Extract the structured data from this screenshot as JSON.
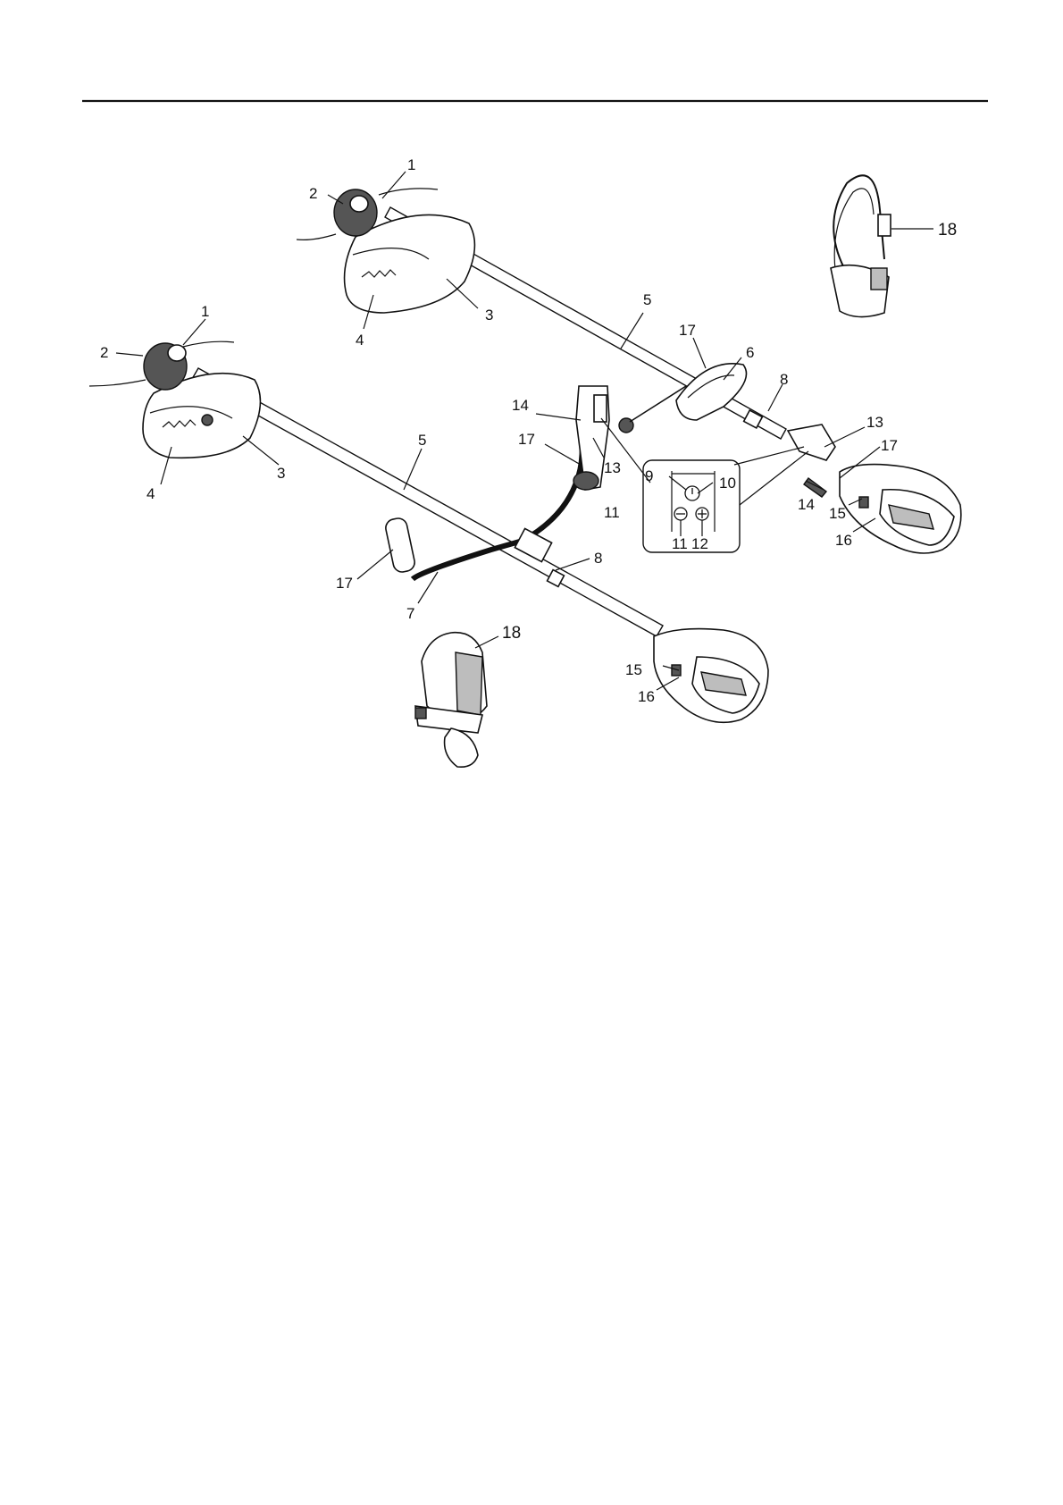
{
  "callouts": {
    "c1a": "1",
    "c2a": "2",
    "c3a": "3",
    "c4a": "4",
    "c5a": "5",
    "c6": "6",
    "c8a": "8",
    "c13a": "13",
    "c14a": "14",
    "c15a": "15",
    "c16a": "16",
    "c17a": "17",
    "c17b": "17",
    "c18a": "18",
    "c1b": "1",
    "c2b": "2",
    "c3b": "3",
    "c4b": "4",
    "c5b": "5",
    "c7": "7",
    "c8b": "8",
    "c13b": "13",
    "c11b": "11",
    "c14b": "14",
    "c15b": "15",
    "c16b": "16",
    "c17c": "17",
    "c17d": "17",
    "c18b": "18",
    "c9": "9",
    "c10": "10",
    "c11": "11",
    "c12": "12"
  },
  "icons": {
    "power": "power-icon",
    "minus": "minus-icon",
    "plus": "plus-icon"
  }
}
